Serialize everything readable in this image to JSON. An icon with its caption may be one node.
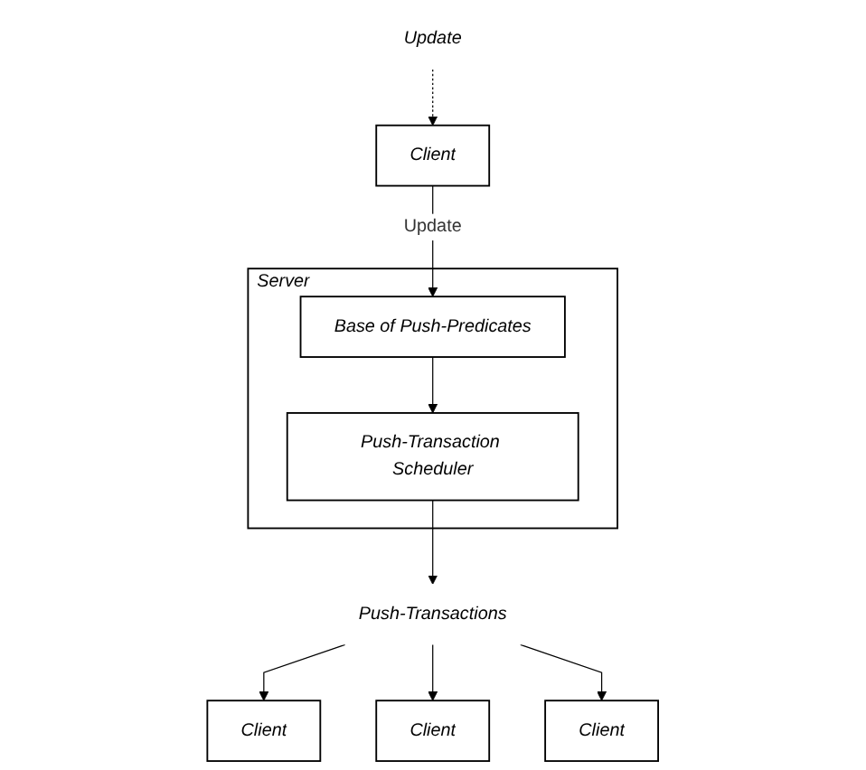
{
  "diagram": {
    "nodes": [
      {
        "text": [
          "Update"
        ]
      },
      {
        "text": [
          "Client"
        ]
      },
      {
        "text": [
          "Server"
        ]
      },
      {
        "text": [
          "Base of Push-Predicates"
        ],
        "in": 2
      },
      {
        "text": [
          "Push-Transaction Scheduler"
        ],
        "in": 2
      },
      {
        "text": [
          "Push-Transactions"
        ]
      },
      {
        "text": [
          "Client"
        ]
      },
      {
        "text": [
          "Client"
        ]
      },
      {
        "text": [
          "Client"
        ]
      }
    ],
    "edges": [
      {
        "from": 0,
        "to": 1,
        "arrow": "to",
        "style": "dashed"
      },
      {
        "from": 1,
        "to": 3,
        "arrow": "to",
        "label": "Update"
      },
      {
        "from": 3,
        "to": 4,
        "arrow": "to"
      },
      {
        "from": 4,
        "to": 5,
        "arrow": "to"
      },
      {
        "from": 5,
        "to": 6,
        "arrow": "to"
      },
      {
        "from": 5,
        "to": 7,
        "arrow": "to"
      },
      {
        "from": 5,
        "to": 8,
        "arrow": "to"
      }
    ]
  }
}
